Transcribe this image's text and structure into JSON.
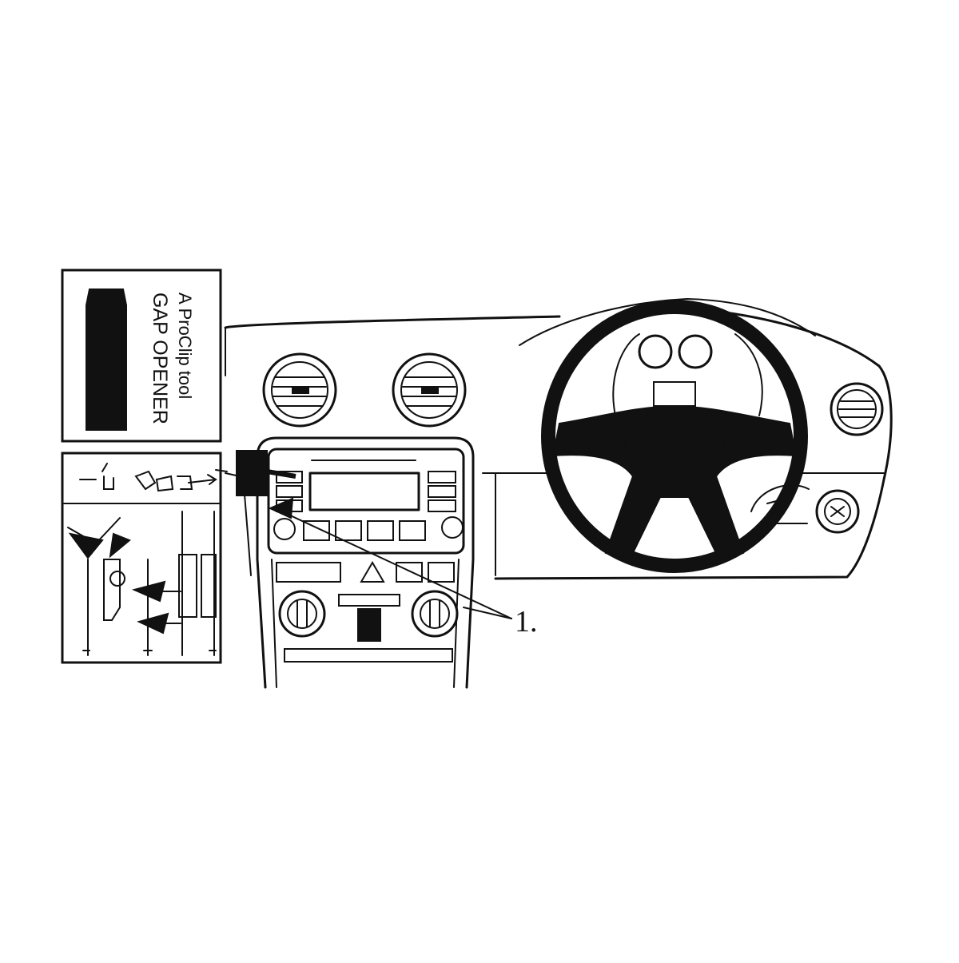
{
  "tool_box": {
    "line1": "GAP OPENER",
    "line2": "A ProClip tool"
  },
  "callout": {
    "label": "1."
  }
}
